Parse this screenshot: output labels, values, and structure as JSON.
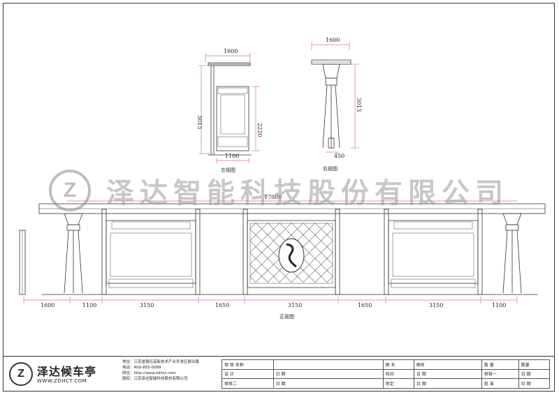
{
  "watermark": {
    "logo": "Z",
    "company": "泽达智能科技股份有限公司"
  },
  "dimensions": {
    "left_view": {
      "width_top": "1600",
      "height_total": "3013",
      "height_inner": "2220",
      "width_bottom": "1100"
    },
    "right_view": {
      "width_top": "1600",
      "height_total": "3013",
      "width_bottom": "450"
    },
    "front_view": {
      "overall": "17000",
      "segments": [
        "1600",
        "1100",
        "3150",
        "1650",
        "3150",
        "1650",
        "3150",
        "1100"
      ]
    }
  },
  "captions": {
    "left": "左视图",
    "right": "右视图",
    "front": "正视图"
  },
  "brand": {
    "name": "泽达候车亭",
    "url": "WWW.ZDHCT.COM",
    "logo": "Z"
  },
  "company_info": [
    "地址：江苏省宿迁高新技术产业开发区振业路",
    "电话：400-855-0089",
    "网址：http://www.zdhct.com",
    "版权：江苏泽达智能科技股份有限公司"
  ],
  "title_block": {
    "row1": [
      "项 目 名称",
      "",
      "图 名",
      "图名",
      "数 量",
      "数量"
    ],
    "row2": [
      "设 计",
      "日 期",
      "校对",
      "日 期",
      "审核一",
      "日 期"
    ],
    "row3": [
      "审核二",
      "日 期",
      "审定",
      "日 期",
      "批 准",
      "日 期"
    ]
  }
}
